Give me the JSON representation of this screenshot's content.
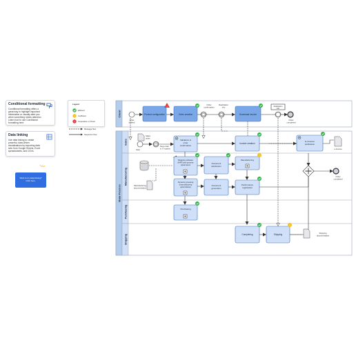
{
  "cards": {
    "conditional": {
      "title": "Conditional formatting",
      "lines": [
        "Conditional formatting offers a",
        "great way to highlight important",
        "information or visually alert you",
        "when something needs attention.",
        "Learn how to use Conditional",
        "formatting here."
      ]
    },
    "datalinking": {
      "title": "Data linking",
      "lines": [
        "Use data linking to create",
        "powerful, data-driven",
        "visualizations by importing data",
        "sets from Google Sheets, Excel",
        "spreadsheets, and CSVs."
      ]
    },
    "cta": [
      "Want to try data linking?",
      "Click here."
    ]
  },
  "legend": {
    "title": "Legend",
    "items": [
      "Efficient",
      "Inefficient",
      "Inoperative or Down"
    ],
    "message_flow": "Message flow",
    "sequence_flow": "Sequence flow"
  },
  "pool": {
    "name": "Main Process",
    "lanes": [
      "Client",
      "Sales",
      "Manufacturing",
      "Purchasing",
      "Shipping"
    ]
  },
  "tasks": {
    "product_configuration": "Product configuration",
    "order_creation": "Order creation",
    "download_invoice": "Download invoice",
    "validation_order_confirmation": [
      "Validation &",
      "order",
      "confirmation"
    ],
    "invoice_creation": "Invoice creation",
    "e_invoices_publication": [
      "E-invoices",
      "publication"
    ],
    "mapping_software": [
      "Mapping software",
      "(MPS and process",
      "parameters"
    ],
    "document_distribution": [
      "Document",
      "distribution"
    ],
    "manufacturing": "Manufacturing",
    "dynamic_grouping": [
      "Dynamic grouping",
      "(manufacturing",
      "optimization)"
    ],
    "document_generation": [
      "Document",
      "generation"
    ],
    "performance_registration": [
      "Performance",
      "registration"
    ],
    "purchasing": "Purchasing",
    "completing": "Completing",
    "shipping": "Shipping"
  },
  "labels": {
    "order_drafted": [
      "Order",
      "drafted"
    ],
    "order_confirmation": [
      "Order",
      "confirmation"
    ],
    "realization_info": [
      "Realization",
      "info"
    ],
    "realization_info_box": [
      "Realization",
      "info"
    ],
    "order_completed_client": [
      "Order",
      "completed"
    ],
    "sales_order": [
      "Sales",
      "order"
    ],
    "start": "Start",
    "new_order": [
      "New order",
      "in IT system"
    ],
    "e_invoice": "e-Invoice",
    "order_completed_sales": [
      "Order",
      "completed"
    ],
    "manufacturing_documentation": [
      "Manufacturing",
      "documentation"
    ],
    "shipping_documentation": [
      "Shipping",
      "documentation"
    ]
  },
  "colors": {
    "lane_header": "#b3cdee",
    "task_dark": "#7aa7e8",
    "task_light": "#cfe0f8",
    "efficient": "#34b24a",
    "inefficient": "#f3c21d",
    "inoperative": "#e23b3b",
    "accent": "#2f6de1"
  }
}
